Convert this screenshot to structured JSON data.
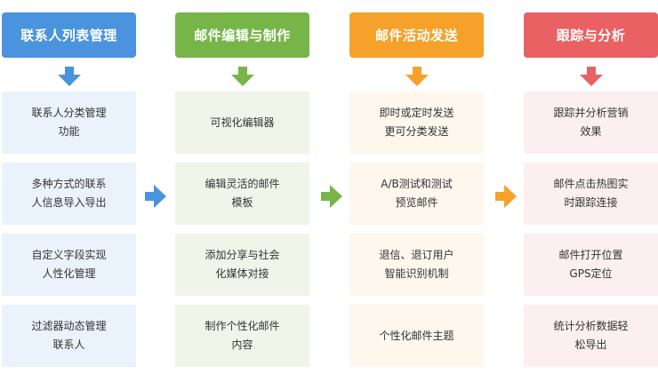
{
  "columns": [
    {
      "title": "联系人列表管理",
      "color": "#4a93de",
      "items": [
        [
          "联系人分类管理",
          "功能"
        ],
        [
          "多种方式的联系",
          "人信息导入导出"
        ],
        [
          "自定义字段实现",
          "人性化管理"
        ],
        [
          "过滤器动态管理",
          "联系人"
        ]
      ]
    },
    {
      "title": "邮件编辑与制作",
      "color": "#77b548",
      "items": [
        [
          "可视化编辑器",
          ""
        ],
        [
          "编辑灵活的邮件",
          "模板"
        ],
        [
          "添加分享与社会",
          "化媒体对接"
        ],
        [
          "制作个性化邮件",
          "内容"
        ]
      ]
    },
    {
      "title": "邮件活动发送",
      "color": "#f5a12a",
      "items": [
        [
          "即时或定时发送",
          "更可分类发送"
        ],
        [
          "A/B测试和测试",
          "预览邮件"
        ],
        [
          "退信、退订用户",
          "智能识别机制"
        ],
        [
          "个性化邮件主题",
          ""
        ]
      ]
    },
    {
      "title": "跟踪与分析",
      "color": "#ea6163",
      "items": [
        [
          "跟踪并分析营销",
          "效果"
        ],
        [
          "邮件点击热图实",
          "时跟踪连接"
        ],
        [
          "邮件打开位置",
          "GPS定位"
        ],
        [
          "统计分析数据轻",
          "松导出"
        ]
      ]
    }
  ]
}
